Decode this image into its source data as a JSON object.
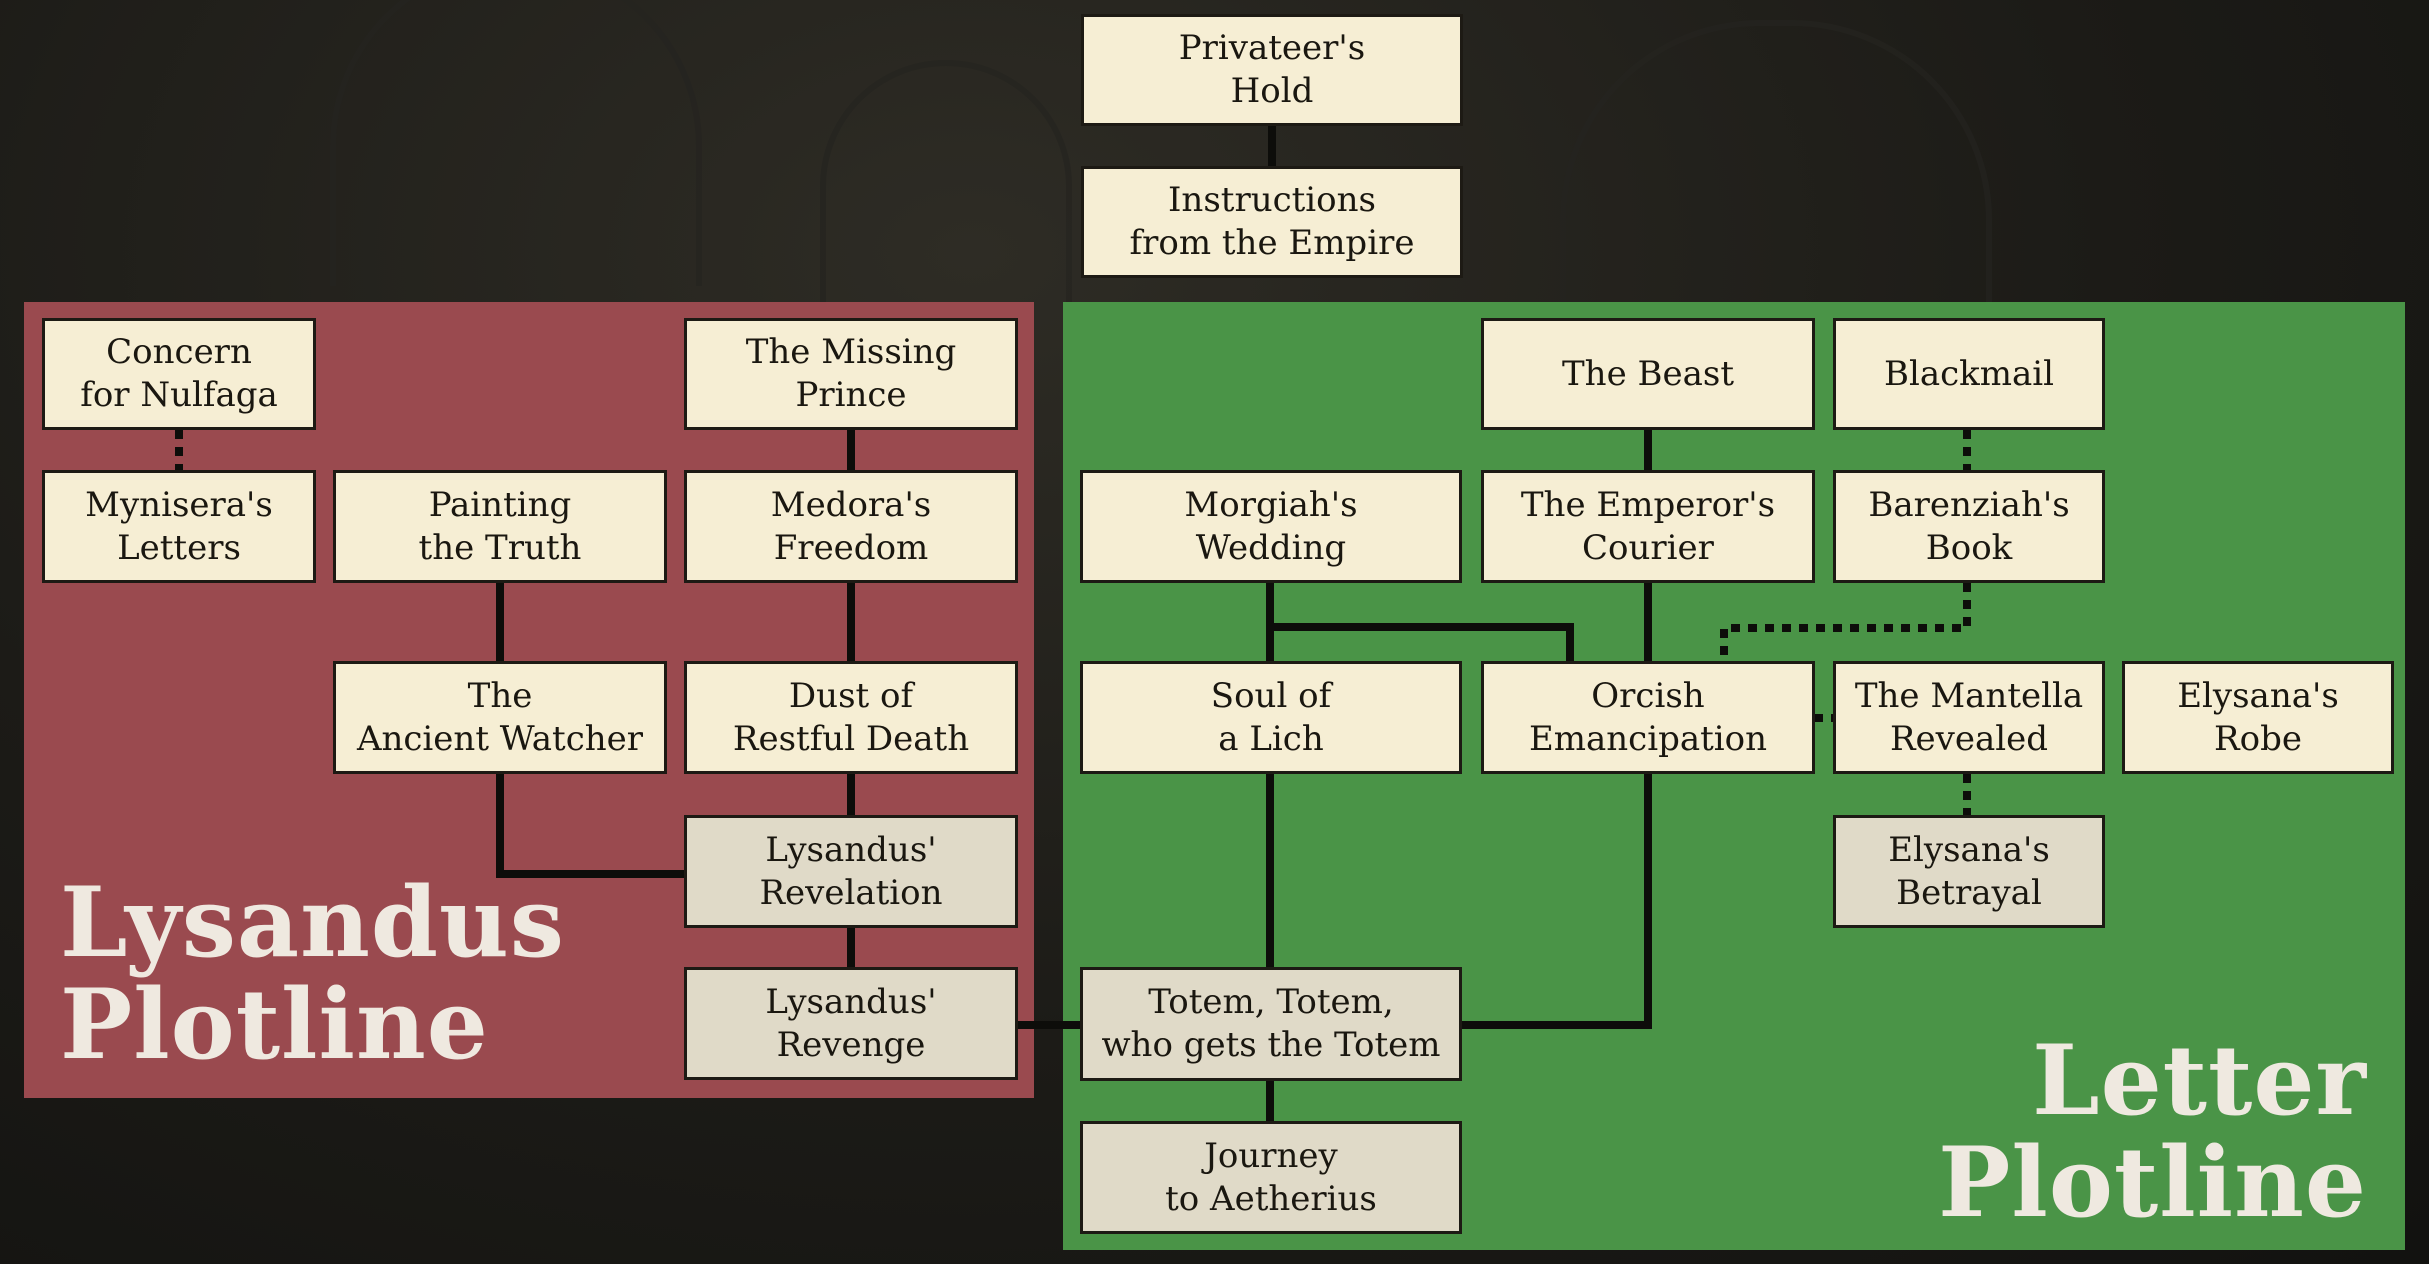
{
  "nodes": {
    "privateers_hold": "Privateer's\nHold",
    "instructions_empire": "Instructions\nfrom the Empire",
    "concern_nulfaga": "Concern\nfor Nulfaga",
    "missing_prince": "The Missing\nPrince",
    "mynisera_letters": "Mynisera's\nLetters",
    "painting_truth": "Painting\nthe Truth",
    "medora_freedom": "Medora's\nFreedom",
    "ancient_watcher": "The\nAncient Watcher",
    "dust_restful_death": "Dust of\nRestful Death",
    "lysandus_revelation": "Lysandus'\nRevelation",
    "lysandus_revenge": "Lysandus'\nRevenge",
    "the_beast": "The Beast",
    "blackmail": "Blackmail",
    "morgiah_wedding": "Morgiah's\nWedding",
    "emperor_courier": "The Emperor's\nCourier",
    "barenziah_book": "Barenziah's\nBook",
    "soul_lich": "Soul of\na Lich",
    "orcish_emancipation": "Orcish\nEmancipation",
    "mantella_revealed": "The Mantella\nRevealed",
    "elysana_robe": "Elysana's\nRobe",
    "elysana_betrayal": "Elysana's\nBetrayal",
    "totem": "Totem, Totem,\nwho gets the Totem",
    "journey_aetherius": "Journey\nto Aetherius"
  },
  "panels": {
    "lysandus_title": "Lysandus\nPlotline",
    "letter_title": "Letter\nPlotline"
  },
  "colors": {
    "lysandus_panel": "#9a4a4f",
    "letter_panel": "#4a9447",
    "node_fill": "#f6eed4",
    "node_final_fill": "#e0dac8",
    "line": "#0d0d0a"
  }
}
